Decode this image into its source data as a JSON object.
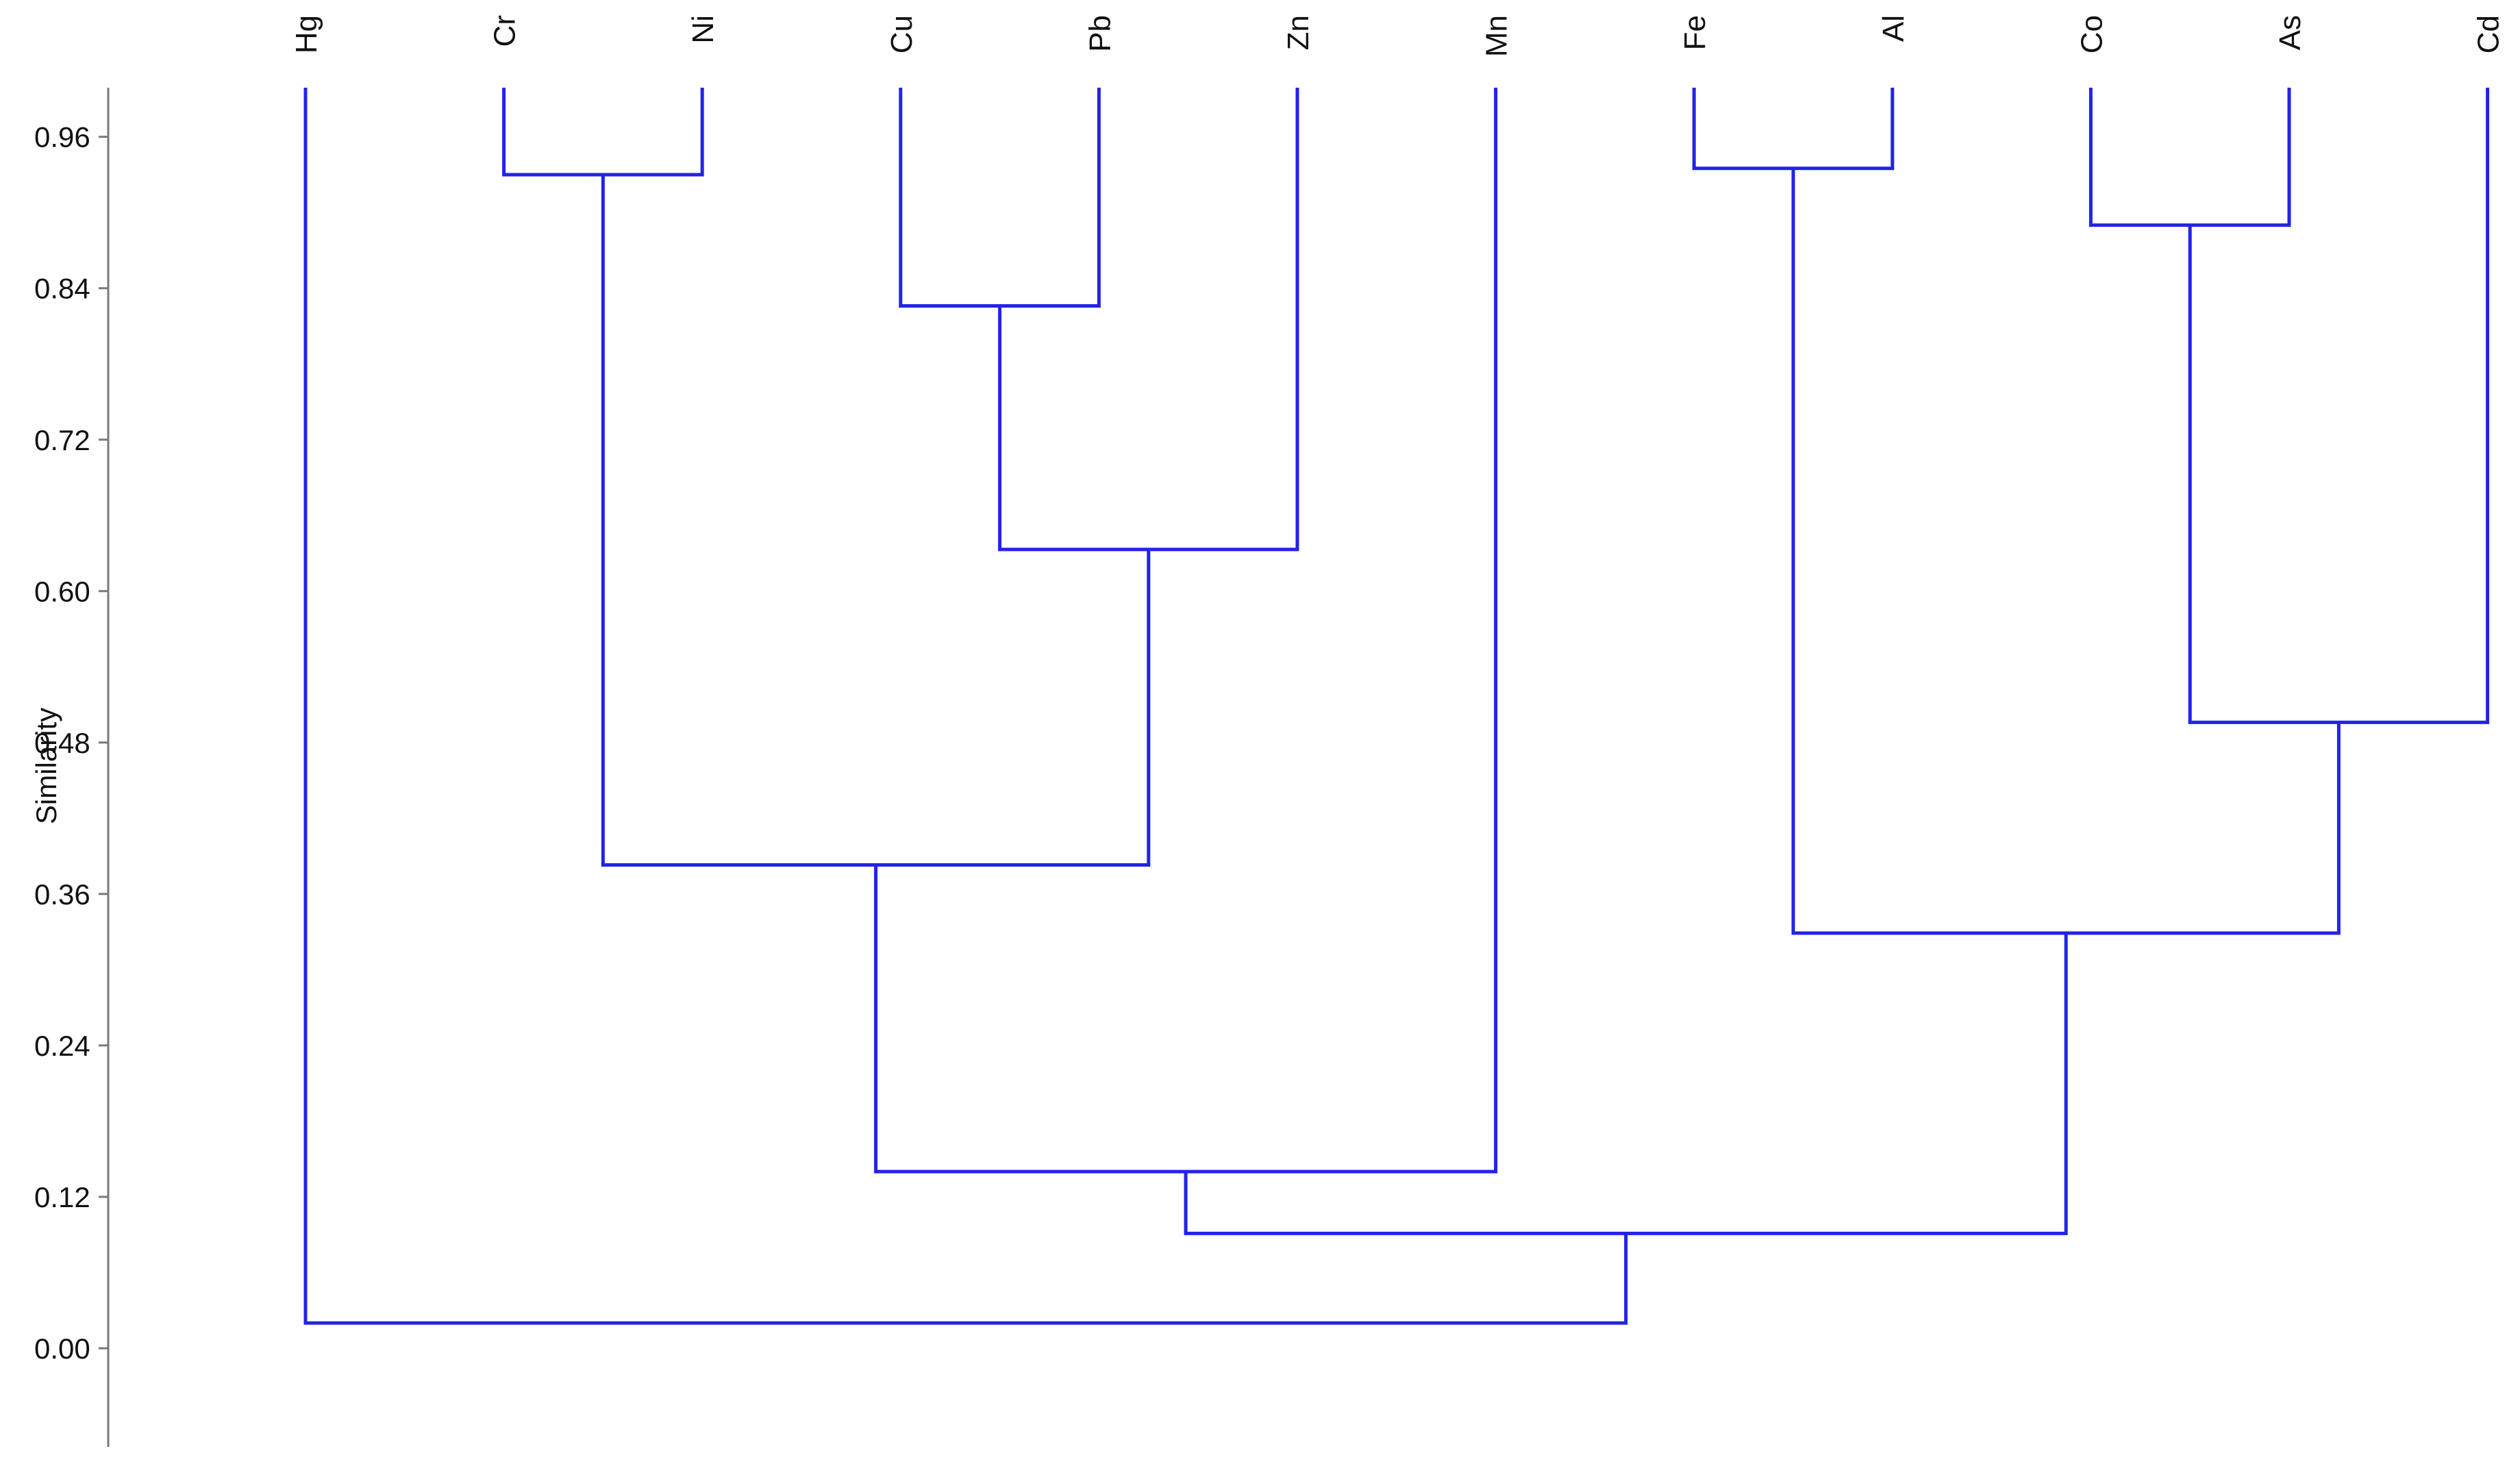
{
  "chart_data": {
    "type": "dendrogram",
    "ylabel": "Similarity",
    "ylim": [
      -0.08,
      1.0
    ],
    "yticks": [
      "0.00",
      "0.12",
      "0.24",
      "0.36",
      "0.48",
      "0.60",
      "0.72",
      "0.84",
      "0.96"
    ],
    "leaves": [
      "Hg",
      "Cr",
      "Ni",
      "Cu",
      "Pb",
      "Zn",
      "Mn",
      "Fe",
      "Al",
      "Co",
      "As",
      "Cd"
    ],
    "leaf_top": 1.0,
    "merges": [
      {
        "left": "Cr",
        "right": "Ni",
        "height": 0.93
      },
      {
        "left": "Cu",
        "right": "Pb",
        "height": 0.826
      },
      {
        "left": "Cu+Pb",
        "right": "Zn",
        "height": 0.633
      },
      {
        "left": "Cr+Ni",
        "right": "Cu+Pb+Zn",
        "height": 0.383
      },
      {
        "left": "Cr+Ni+Cu+Pb+Zn",
        "right": "Mn",
        "height": 0.14
      },
      {
        "left": "Fe",
        "right": "Al",
        "height": 0.935
      },
      {
        "left": "Co",
        "right": "As",
        "height": 0.89
      },
      {
        "left": "Co+As",
        "right": "Cd",
        "height": 0.496
      },
      {
        "left": "Fe+Al",
        "right": "Co+As+Cd",
        "height": 0.329
      },
      {
        "left": "Cr+Ni+Cu+Pb+Zn+Mn",
        "right": "Fe+Al+Co+As+Cd",
        "height": 0.091
      },
      {
        "left": "Hg",
        "right": "rest",
        "height": 0.02
      }
    ],
    "line_color": "#2323e6",
    "grid": false
  }
}
